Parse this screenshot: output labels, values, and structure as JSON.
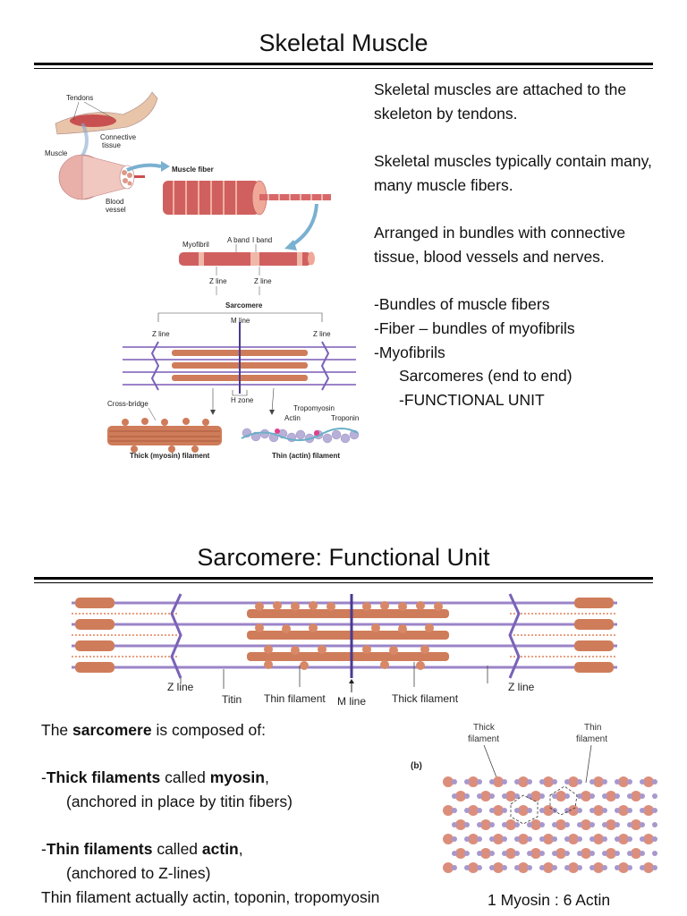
{
  "section1": {
    "title": "Skeletal Muscle",
    "figure": {
      "tendons": "Tendons",
      "connective": "Connective",
      "tissue": "tissue",
      "muscle": "Muscle",
      "blood": "Blood",
      "vessel": "vessel",
      "muscle_fiber": "Muscle fiber",
      "myofibril": "Myofibril",
      "a_band": "A band",
      "i_band": "I band",
      "z_line_left": "Z line",
      "z_line_right": "Z line",
      "sarcomere": "Sarcomere",
      "m_line": "M line",
      "z_line_sarc_left": "Z line",
      "z_line_sarc_right": "Z line",
      "h_zone": "H zone",
      "cross_bridge": "Cross-bridge",
      "tropomyosin": "Tropomyosin",
      "actin": "Actin",
      "troponin": "Troponin",
      "thick_filament": "Thick (myosin) filament",
      "thin_filament": "Thin (actin) filament"
    },
    "paragraphs": [
      "Skeletal muscles are attached to the skeleton by tendons.",
      "Skeletal muscles typically contain many, many muscle fibers.",
      "Arranged in bundles with connective tissue, blood vessels and nerves."
    ],
    "list": [
      "-Bundles of muscle fibers",
      "-Fiber – bundles of myofibrils",
      "-Myofibrils"
    ],
    "sublist": [
      "Sarcomeres (end to end)",
      "-FUNCTIONAL UNIT"
    ]
  },
  "section2": {
    "title": "Sarcomere: Functional Unit",
    "figure": {
      "z_line_left": "Z line",
      "titin": "Titin",
      "thin_filament": "Thin filament",
      "m_line": "M line",
      "thick_filament": "Thick filament",
      "z_line_right": "Z line"
    },
    "intro_pre": "The ",
    "intro_bold": "sarcomere",
    "intro_post": " is composed of:",
    "thick": {
      "dash": "-",
      "b1": "Thick filaments",
      "mid": " called ",
      "b2": "myosin",
      "end": ",",
      "note": "(anchored in place by titin fibers)"
    },
    "thin": {
      "dash": "-",
      "b1": "Thin filaments",
      "mid": " called ",
      "b2": "actin",
      "end": ",",
      "note": "(anchored to Z-lines)"
    },
    "last_line": "Thin filament actually actin, toponin, tropomyosin",
    "cross_section": {
      "panel": "(b)",
      "thick_label_1": "Thick",
      "thick_label_2": "filament",
      "thin_label_1": "Thin",
      "thin_label_2": "filament",
      "ratio": "1 Myosin : 6 Actin"
    }
  }
}
